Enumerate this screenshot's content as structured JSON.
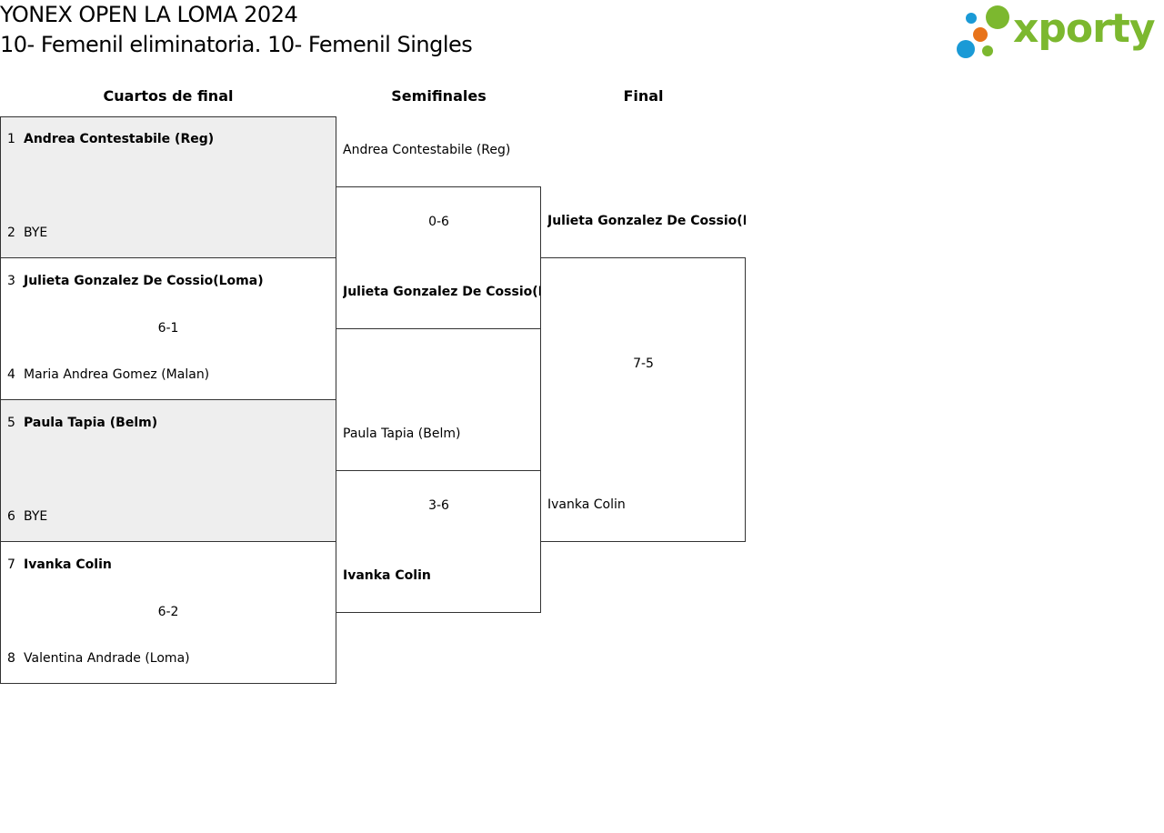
{
  "header": {
    "tournament": "YONEX OPEN LA LOMA 2024",
    "category": "10- Femenil eliminatoria. 10- Femenil Singles"
  },
  "logo": {
    "text": "xporty",
    "colors": {
      "blue": "#1a9ad6",
      "orange": "#e8731a",
      "green": "#7cb82f"
    }
  },
  "rounds": [
    "Cuartos de final",
    "Semifinales",
    "Final"
  ],
  "quarterfinals": [
    {
      "seed_a": "1",
      "player_a": "Andrea Contestabile (Reg)",
      "seed_b": "2",
      "player_b": "BYE",
      "score": ""
    },
    {
      "seed_a": "3",
      "player_a": "Julieta Gonzalez De Cossio(Loma)",
      "seed_b": "4",
      "player_b": "Maria Andrea Gomez (Malan)",
      "score": "6-1"
    },
    {
      "seed_a": "5",
      "player_a": "Paula Tapia (Belm)",
      "seed_b": "6",
      "player_b": "BYE",
      "score": ""
    },
    {
      "seed_a": "7",
      "player_a": "Ivanka Colin",
      "seed_b": "8",
      "player_b": "Valentina Andrade (Loma)",
      "score": "6-2"
    }
  ],
  "semifinals": [
    {
      "player_a": "Andrea Contestabile (Reg)",
      "player_b": "Julieta Gonzalez De Cossio(Loma)",
      "score": "0-6"
    },
    {
      "player_a": "Paula Tapia (Belm)",
      "player_b": "Ivanka Colin",
      "score": "3-6"
    }
  ],
  "final": {
    "player_a": "Julieta Gonzalez De Cossio(Loma)",
    "player_b": "Ivanka Colin",
    "score": "7-5"
  }
}
